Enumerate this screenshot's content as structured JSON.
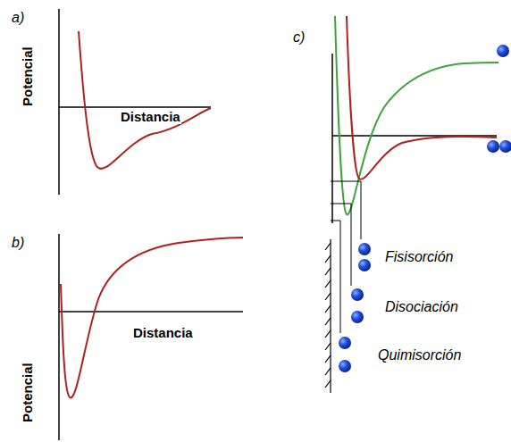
{
  "diagram": {
    "labels": [
      "a)",
      "Potencial",
      "Distancia",
      "b)",
      "Potencial",
      "Distancia",
      "c)",
      "Fisisorción",
      "Disociación",
      "Quimisorción"
    ]
  }
}
